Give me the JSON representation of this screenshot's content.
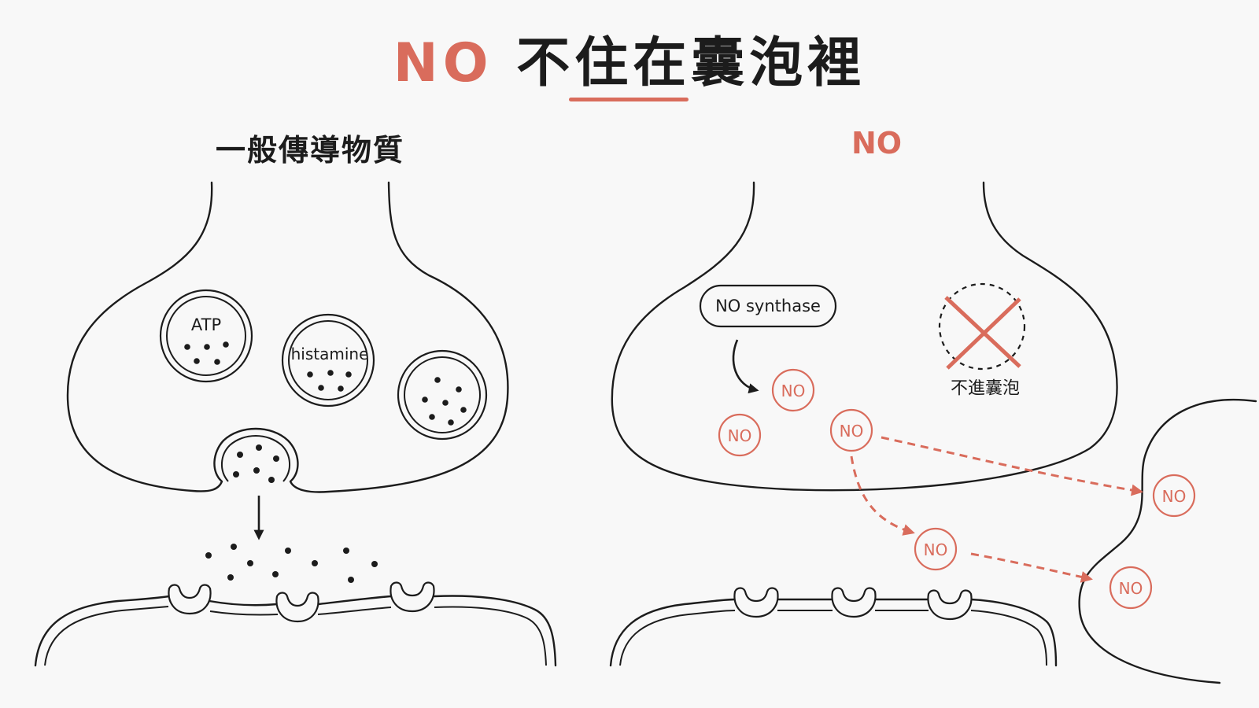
{
  "title": {
    "accent": "NO",
    "rest": "不住在囊泡裡"
  },
  "left_panel": {
    "heading": "一般傳導物質",
    "vesicle_labels": [
      "ATP",
      "histamine"
    ]
  },
  "right_panel": {
    "heading": "NO",
    "enzyme_label": "NO synthase",
    "crossed_vesicle_label": "不進囊泡",
    "molecule_label": "NO"
  },
  "colors": {
    "accent": "#d96c5c",
    "ink": "#1c1c1c",
    "background": "#f8f8f8"
  }
}
